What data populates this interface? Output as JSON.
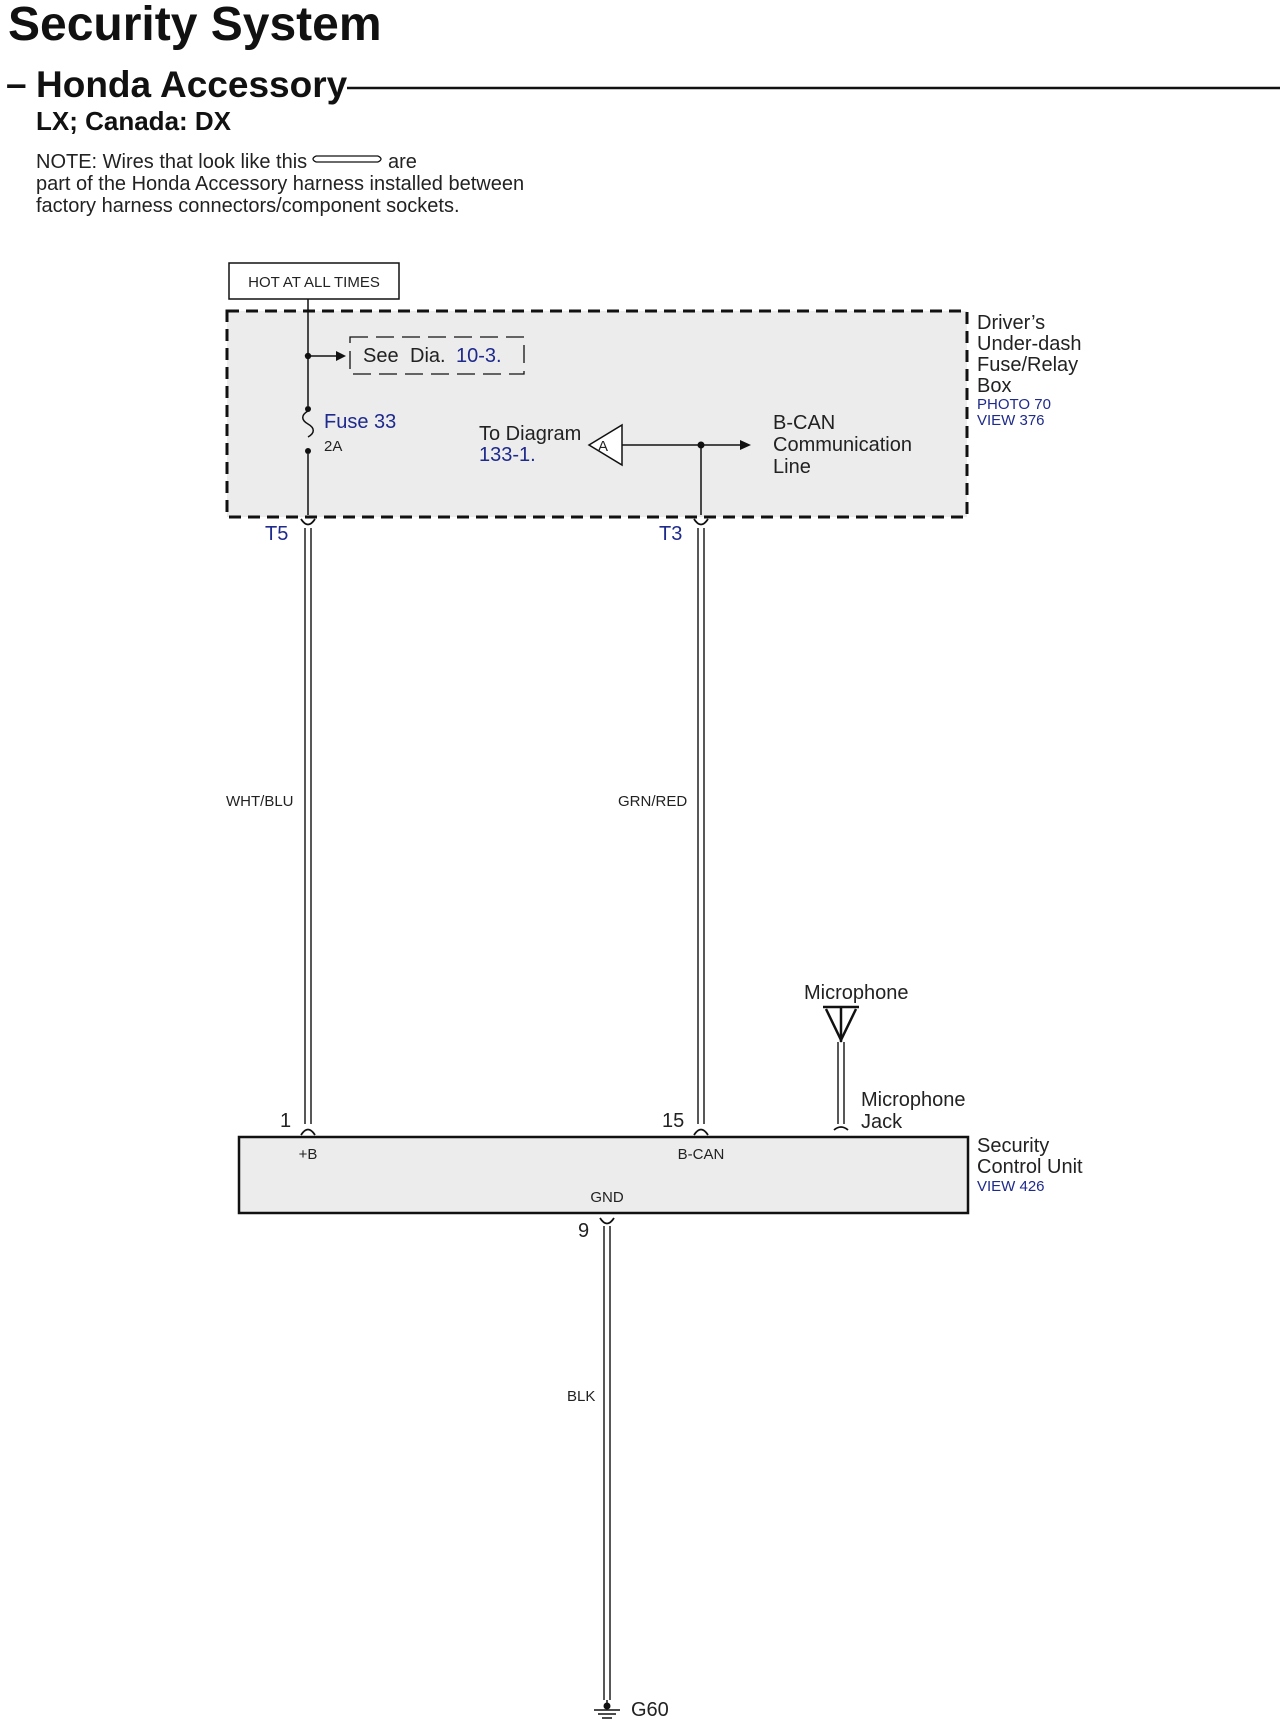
{
  "title": "Security System",
  "subtitle": "Honda Accessory",
  "trim": "LX; Canada: DX",
  "note": {
    "line1_before": "NOTE: Wires that look like this",
    "line1_after": "are",
    "line2": "part of the Honda Accessory harness installed between",
    "line3": "factory harness connectors/component sockets."
  },
  "hot_label": "HOT AT ALL TIMES",
  "fuse_box": {
    "name_lines": [
      "Driver’s",
      "Under-dash",
      "Fuse/Relay",
      "Box"
    ],
    "photo": "PHOTO 70",
    "view": "VIEW 376",
    "see": "See",
    "dia": "Dia.",
    "dia_ref": "10-3.",
    "fuse_name": "Fuse 33",
    "fuse_rating": "2A",
    "to_diagram": "To Diagram",
    "to_diagram_ref": "133-1.",
    "connector_letter": "A",
    "bcan_lines": [
      "B-CAN",
      "Communication",
      "Line"
    ]
  },
  "terminals": {
    "t5": "T5",
    "t3": "T3"
  },
  "wires": {
    "left": "WHT/BLU",
    "middle": "GRN/RED",
    "ground": "BLK"
  },
  "microphone": {
    "label": "Microphone",
    "jack_lines": [
      "Microphone",
      "Jack"
    ]
  },
  "control_unit": {
    "name_lines": [
      "Security",
      "Control Unit"
    ],
    "view": "VIEW 426",
    "pin1": "1",
    "pin15": "15",
    "pin9": "9",
    "pin1_name": "+B",
    "pin15_name": "B-CAN",
    "pin9_name": "GND"
  },
  "ground": "G60"
}
